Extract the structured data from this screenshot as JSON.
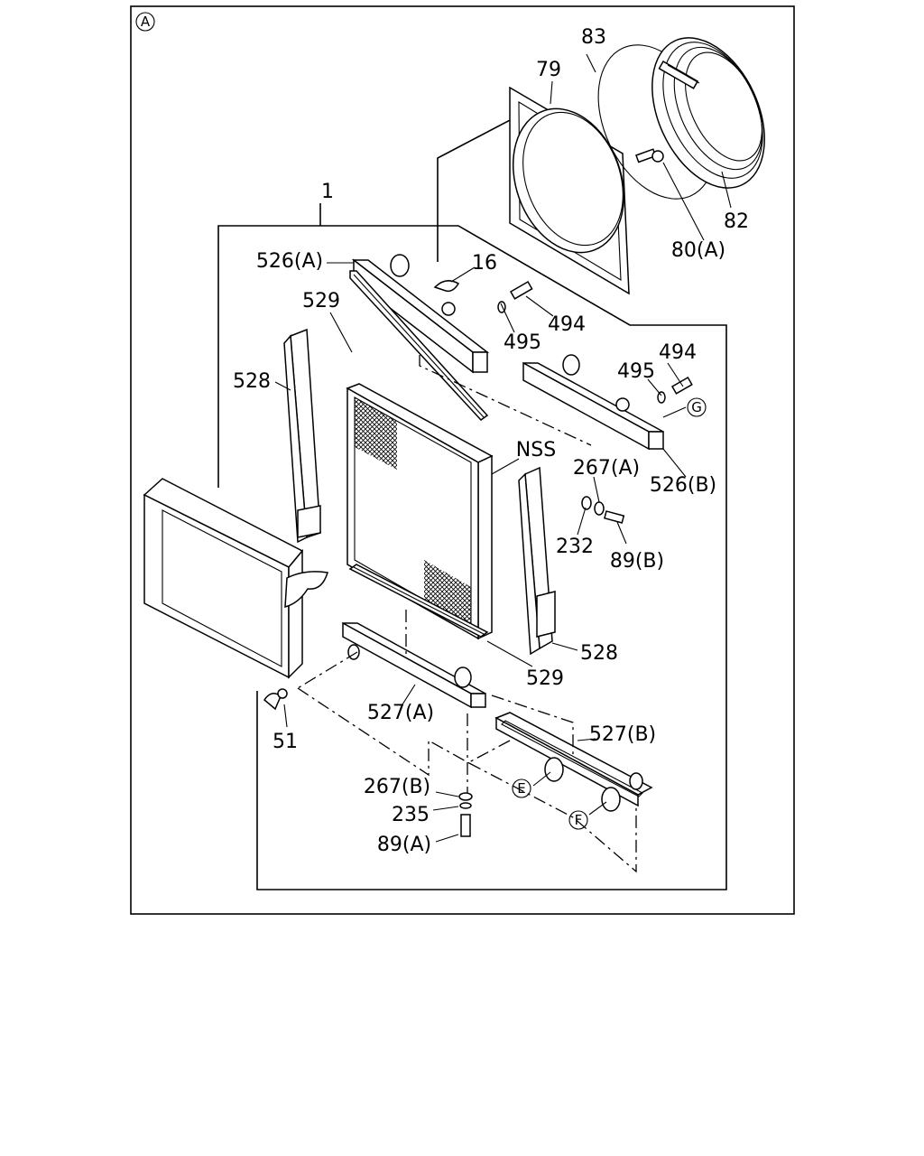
{
  "diagram": {
    "view_marker": "A",
    "callouts": {
      "c1": "1",
      "c16": "16",
      "c79": "79",
      "c83": "83",
      "c82": "82",
      "c80a": "80(A)",
      "c526a": "526(A)",
      "c526b": "526(B)",
      "c529top": "529",
      "c529bot": "529",
      "c494a": "494",
      "c494b": "494",
      "c495a": "495",
      "c495b": "495",
      "c528left": "528",
      "c528right": "528",
      "cnss": "NSS",
      "c267a": "267(A)",
      "c267b": "267(B)",
      "c232": "232",
      "c89a": "89(A)",
      "c89b": "89(B)",
      "c527a": "527(A)",
      "c527b": "527(B)",
      "c51": "51",
      "c235": "235"
    },
    "connectors": {
      "e": "E",
      "f": "F",
      "g": "G"
    }
  }
}
